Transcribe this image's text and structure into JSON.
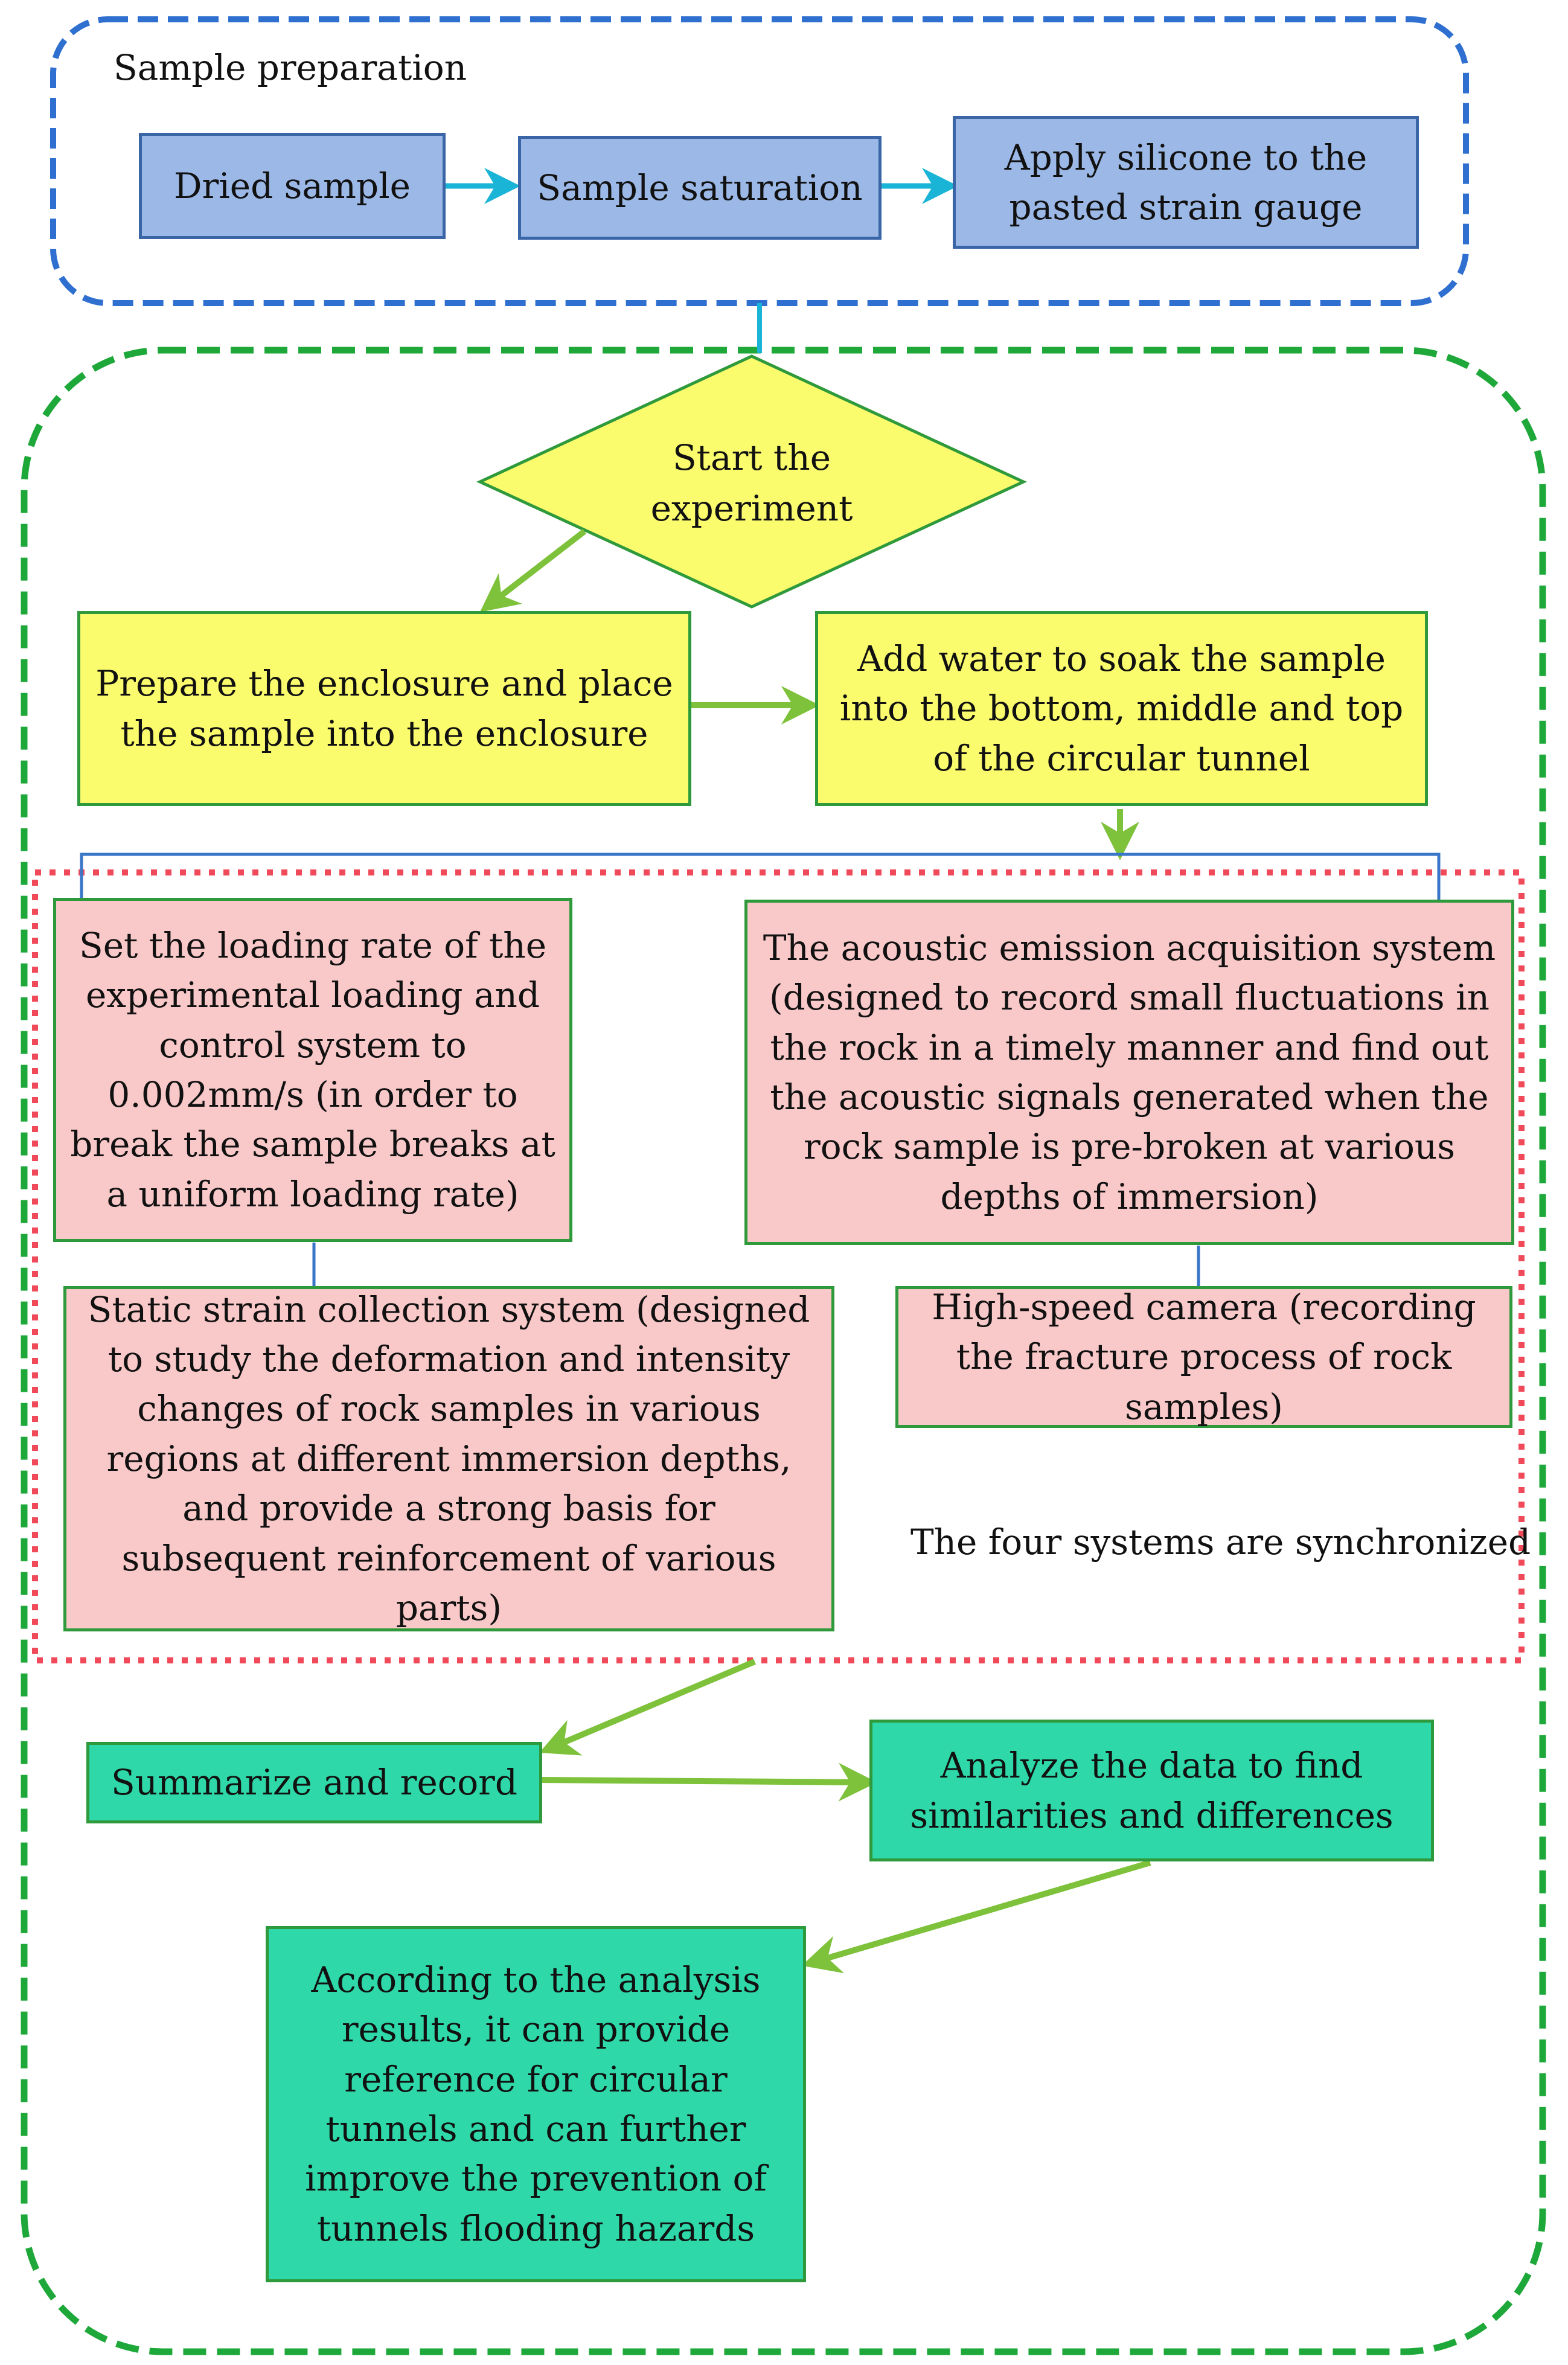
{
  "sample_preparation": {
    "title": "Sample preparation",
    "steps": [
      "Dried sample",
      "Sample saturation",
      "Apply silicone to the pasted strain gauge"
    ]
  },
  "experiment": {
    "start": "Start the experiment",
    "prepare_enclosure": "Prepare the enclosure and place the sample into the enclosure",
    "add_water": "Add water to soak the sample into the bottom, middle and top of the circular tunnel"
  },
  "systems": {
    "loading": "Set the loading rate of the experimental loading and control system to 0.002mm/s (in order to break the sample breaks at a uniform loading rate)",
    "acoustic": "The acoustic emission acquisition system (designed to record small fluctuations in the rock in a timely manner and find out the acoustic signals generated when the rock sample is pre-broken at various depths of immersion)",
    "static_strain": "Static strain collection system (designed to study the deformation and intensity changes of rock samples in various regions at different immersion depths, and provide a strong basis for subsequent reinforcement of various parts)",
    "camera": "High-speed camera (recording the fracture process of rock samples)",
    "sync_note": "The four systems are synchronized"
  },
  "results": {
    "summarize": "Summarize and record",
    "analyze": "Analyze the data to find similarities and differences",
    "conclusion": "According to the analysis results, it can provide reference for circular tunnels and can further improve the prevention of tunnels flooding hazards"
  },
  "colors": {
    "blue_box": "#9bb8e6",
    "yellow_box": "#fbfb6e",
    "pink_box": "#f9c8c8",
    "teal_box": "#2fd8a8",
    "blue_dash": "#2f6fd0",
    "green_dash": "#1fa83a",
    "red_dots": "#f04a5a",
    "arrow_cyan": "#19b4d6",
    "arrow_green": "#7dc23a"
  }
}
